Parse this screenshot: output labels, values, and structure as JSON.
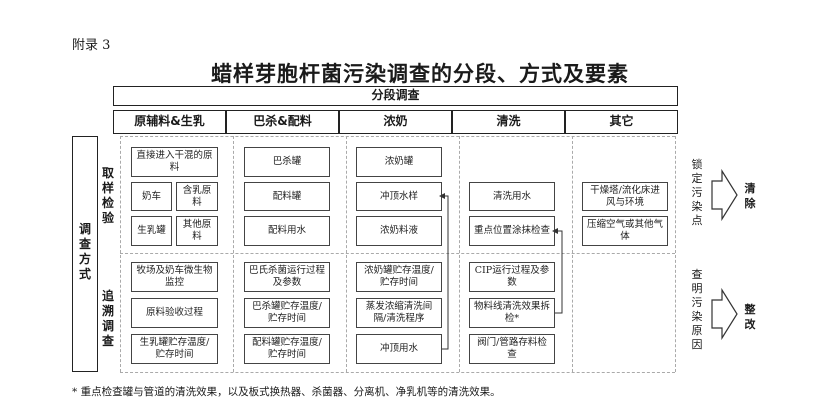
{
  "appendix": "附录 3",
  "title": "蜡样芽胞杆菌污染调查的分段、方式及要素",
  "banner": "分段调查",
  "columns": [
    "原辅料&生乳",
    "巴杀&配料",
    "浓奶",
    "清洗",
    "其它"
  ],
  "side_outer": [
    "调",
    "查",
    "方",
    "式"
  ],
  "side_sampling": [
    "取",
    "样",
    "检",
    "验"
  ],
  "side_trace": [
    "追",
    "溯",
    "调",
    "查"
  ],
  "cells": {
    "c1_direct": "直接进入干混的原料",
    "c1_milk_truck": "奶车",
    "c1_milk_raw": "含乳原料",
    "c1_raw_tank": "生乳罐",
    "c1_other_raw": "其他原料",
    "c1_pasture": "牧场及奶车微生物监控",
    "c1_raw_accept": "原料验收过程",
    "c1_raw_tank_temp": "生乳罐贮存温度/贮存时间",
    "c2_pasteur_tank": "巴杀罐",
    "c2_mix_tank": "配料罐",
    "c2_mix_water": "配料用水",
    "c2_pasteur_run": "巴氏杀菌运行过程及参数",
    "c2_pasteur_temp": "巴杀罐贮存温度/贮存时间",
    "c2_mix_temp": "配料罐贮存温度/贮存时间",
    "c3_conc_tank": "浓奶罐",
    "c3_flush_sample": "冲顶水样",
    "c3_conc_liquid": "浓奶料液",
    "c3_conc_temp": "浓奶罐贮存温度/贮存时间",
    "c3_evap_clean": "蒸发浓缩清洗间隔/清洗程序",
    "c3_flush_water": "冲顶用水",
    "c4_clean_water": "清洗用水",
    "c4_swab": "重点位置涂抹检查",
    "c4_cip": "CIP运行过程及参数",
    "c4_line_clean": "物料线清洗效果拆检*",
    "c4_valve": "阀门/管路存料检查",
    "c5_dryer": "干燥塔/流化床进风与环境",
    "c5_air": "压缩空气或其他气体"
  },
  "right_top": [
    "锁",
    "定",
    "污",
    "染",
    "点"
  ],
  "right_top_action": [
    "清",
    "除"
  ],
  "right_bottom": [
    "查",
    "明",
    "污",
    "染",
    "原",
    "因"
  ],
  "right_bottom_action": [
    "整",
    "改"
  ],
  "footnote": "* 重点检查罐与管道的清洗效果，以及板式换热器、杀菌器、分离机、净乳机等的清洗效果。"
}
